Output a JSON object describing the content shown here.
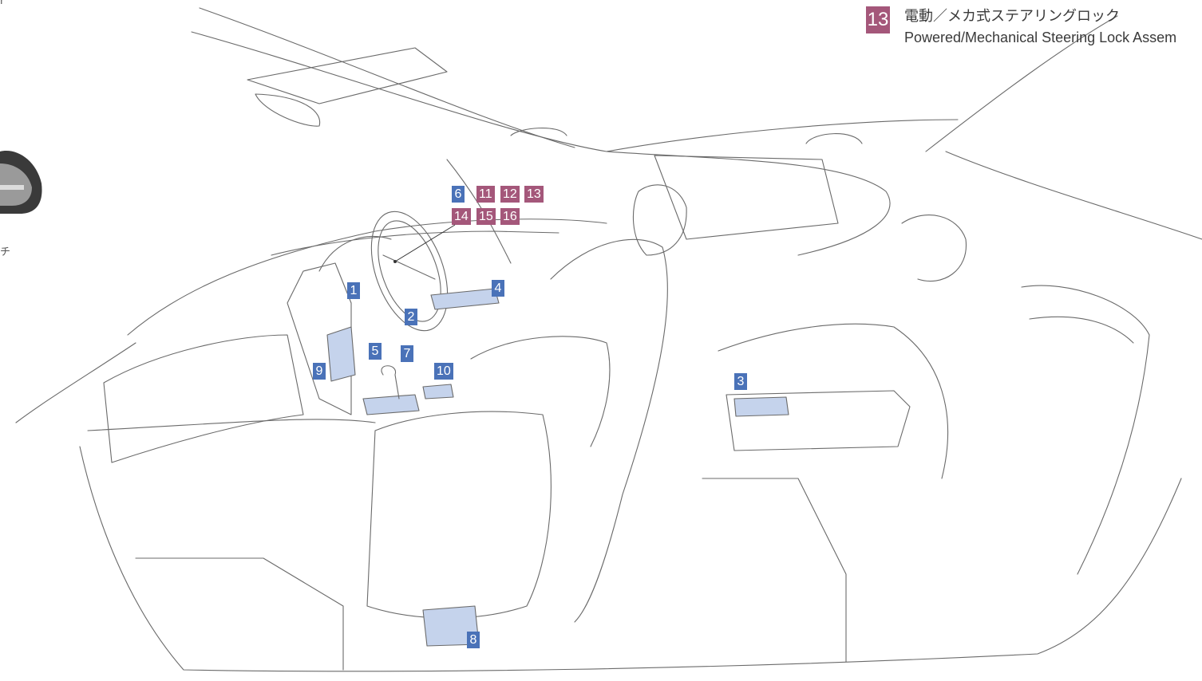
{
  "legend": {
    "number": "13",
    "title_ja": "電動／メカ式ステアリングロック",
    "title_en": "Powered/Mechanical Steering Lock Assem"
  },
  "edge_fragments": {
    "top_left": "r",
    "left_mid": "チ"
  },
  "callouts": {
    "c1": "1",
    "c2": "2",
    "c3": "3",
    "c4": "4",
    "c5": "5",
    "c6": "6",
    "c7": "7",
    "c8": "8",
    "c9": "9",
    "c10": "10",
    "c11": "11",
    "c12": "12",
    "c13": "13",
    "c14": "14",
    "c15": "15",
    "c16": "16"
  },
  "colors": {
    "callout_blue": "#4a72b8",
    "callout_mauve": "#a4577a",
    "highlight": "#c5d3ec",
    "line": "#5a5a5a"
  }
}
